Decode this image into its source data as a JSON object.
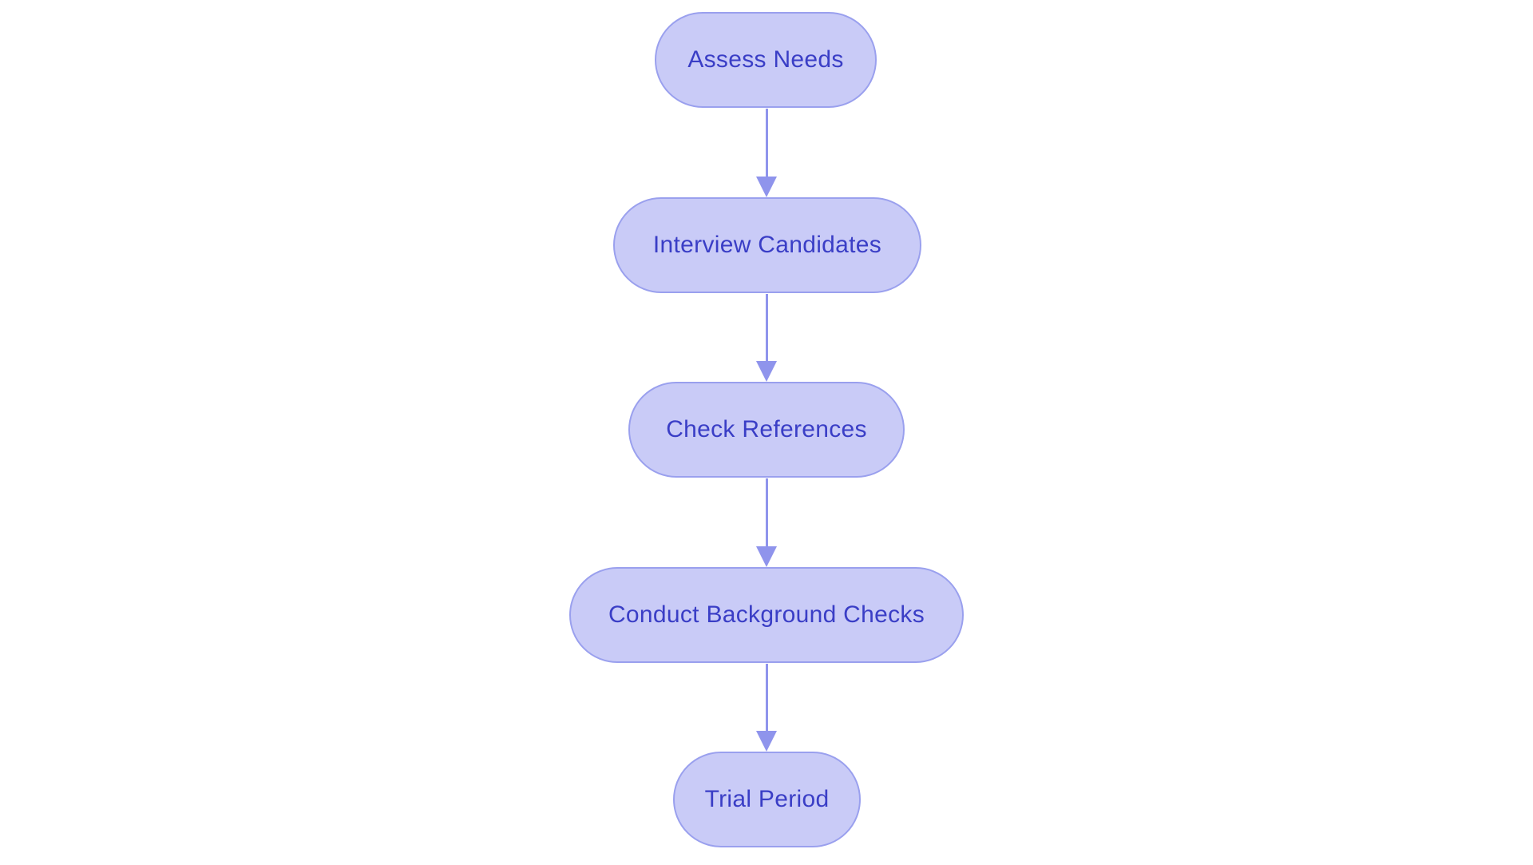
{
  "diagram": {
    "type": "flowchart",
    "direction": "top-down",
    "background": "#ffffff",
    "nodes": [
      {
        "id": "assess-needs",
        "label": "Assess Needs"
      },
      {
        "id": "interview-candidates",
        "label": "Interview Candidates"
      },
      {
        "id": "check-references",
        "label": "Check References"
      },
      {
        "id": "conduct-background-checks",
        "label": "Conduct Background Checks"
      },
      {
        "id": "trial-period",
        "label": "Trial Period"
      }
    ],
    "edges": [
      {
        "from": "assess-needs",
        "to": "interview-candidates"
      },
      {
        "from": "interview-candidates",
        "to": "check-references"
      },
      {
        "from": "check-references",
        "to": "conduct-background-checks"
      },
      {
        "from": "conduct-background-checks",
        "to": "trial-period"
      }
    ],
    "colors": {
      "node_fill": "#c9cbf7",
      "node_border": "#9aa0ee",
      "node_text": "#3a3ec6",
      "arrow": "#8f94ec"
    }
  }
}
